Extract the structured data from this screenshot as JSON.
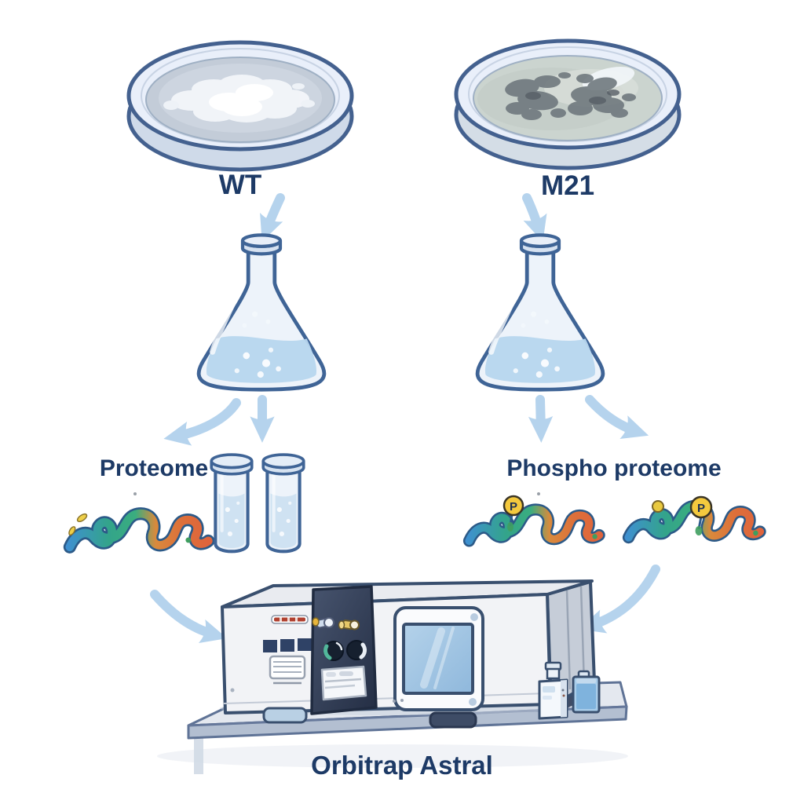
{
  "diagram": {
    "kind": "proteomics-workflow-illustration",
    "background": "#ffffff",
    "labels": {
      "wt_dish": "WT",
      "m21_dish": "M21",
      "proteome": "Proteome",
      "phospho_proteome": "Phospho proteome",
      "instrument": "Orbitrap Astral",
      "phospho_badge": "P"
    },
    "nodes": [
      {
        "id": "wt-dish",
        "type": "petri-dish",
        "label": "WT",
        "colonies": "white"
      },
      {
        "id": "m21-dish",
        "type": "petri-dish",
        "label": "M21",
        "colonies": "dark-gray"
      },
      {
        "id": "wt-flask",
        "type": "erlenmeyer-flask"
      },
      {
        "id": "m21-flask",
        "type": "erlenmeyer-flask"
      },
      {
        "id": "proteome",
        "type": "sample-group",
        "label": "Proteome",
        "icons": [
          "peptide",
          "test-tube",
          "test-tube"
        ]
      },
      {
        "id": "phospho-proteome",
        "type": "sample-group",
        "label": "Phospho proteome",
        "icons": [
          "phospho-peptide",
          "phospho-peptide"
        ]
      },
      {
        "id": "orbitrap-astral",
        "type": "mass-spectrometer",
        "label": "Orbitrap Astral",
        "accessories": [
          "solvent-bottle-white",
          "solvent-bottle-blue"
        ]
      }
    ],
    "edges": [
      {
        "from": "wt-dish",
        "to": "wt-flask",
        "arrow": "curved-down"
      },
      {
        "from": "m21-dish",
        "to": "m21-flask",
        "arrow": "curved-down"
      },
      {
        "from": "wt-flask",
        "to": "proteome",
        "arrow": "curved-left"
      },
      {
        "from": "wt-flask",
        "to": "proteome",
        "arrow": "straight-down"
      },
      {
        "from": "m21-flask",
        "to": "phospho-proteome",
        "arrow": "straight-down"
      },
      {
        "from": "m21-flask",
        "to": "phospho-proteome",
        "arrow": "curved-right"
      },
      {
        "from": "proteome",
        "to": "orbitrap-astral",
        "arrow": "curved-right-down"
      },
      {
        "from": "phospho-proteome",
        "to": "orbitrap-astral",
        "arrow": "curved-left-down"
      }
    ],
    "palette": {
      "label_navy": "#1d3a66",
      "arrow_blue": "#b5d3ed",
      "glass_outline": "#3f6496",
      "glass_fill": "#edf3fa",
      "liquid_blue": "#b7d6ee",
      "agar_wt": "#c3ccd8",
      "agar_m21": "#cbd4cf",
      "colony_wt": "#f3f6fa",
      "colony_m21": "#6d767c",
      "peptide_blue": "#3f8fd4",
      "peptide_green": "#3aad7f",
      "peptide_orange": "#dd6f3a",
      "phospho_yellow": "#f4c93e",
      "machine_body": "#f2f3f6",
      "machine_panel_dark": "#2e3a52",
      "screen_blue": "#a5c8e6",
      "bench_gray": "#e4e8ef"
    }
  }
}
